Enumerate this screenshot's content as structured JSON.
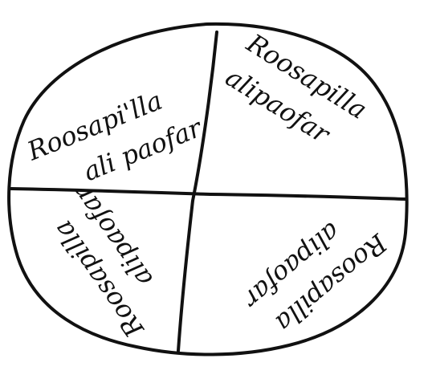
{
  "diagram": {
    "stroke_color": "#111111",
    "background": "#ffffff",
    "quadrants": [
      {
        "id": "top-left",
        "line1": "Roosapi'lla",
        "line2": "ali paofar"
      },
      {
        "id": "top-right",
        "line1": "Roosapilla",
        "line2": "alipaofar"
      },
      {
        "id": "bottom-left",
        "line1": "Roosapilla",
        "line2": "alipaofar"
      },
      {
        "id": "bottom-right",
        "line1": "Roosapilla",
        "line2": "alipaofar"
      }
    ]
  }
}
